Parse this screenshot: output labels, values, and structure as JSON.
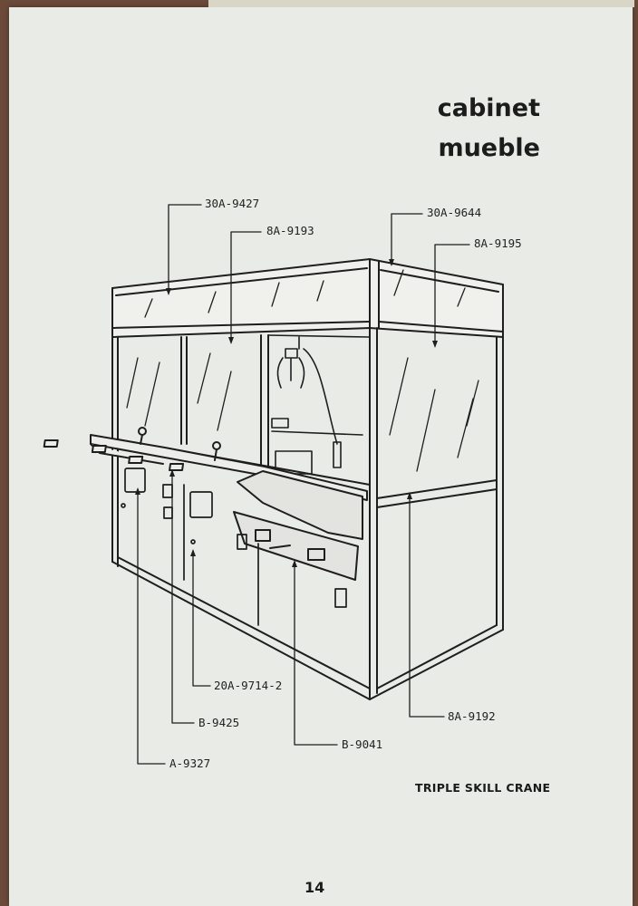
{
  "heading": {
    "line1": "cabinet",
    "line2": "mueble"
  },
  "parts": [
    {
      "code": "30A-9427"
    },
    {
      "code": "8A-9193"
    },
    {
      "code": "30A-9644"
    },
    {
      "code": "8A-9195"
    },
    {
      "code": "20A-9714-2"
    },
    {
      "code": "B-9425"
    },
    {
      "code": "A-9327"
    },
    {
      "code": "B-9041"
    },
    {
      "code": "8A-9192"
    }
  ],
  "caption": "TRIPLE SKILL CRANE",
  "page_number": "14"
}
